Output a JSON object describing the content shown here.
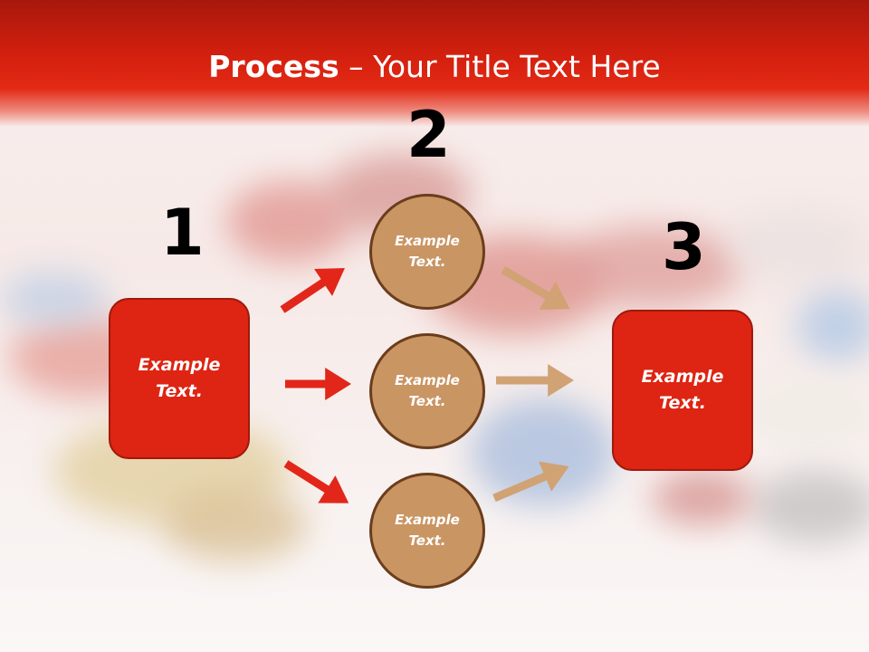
{
  "title": {
    "bold": "Process",
    "rest": " – Your Title Text Here"
  },
  "steps": {
    "one": "1",
    "two": "2",
    "three": "3"
  },
  "left_box": {
    "text": "Example Text."
  },
  "right_box": {
    "text": "Example Text."
  },
  "circles": [
    {
      "text": "Example Text."
    },
    {
      "text": "Example Text."
    },
    {
      "text": "Example Text."
    }
  ],
  "colors": {
    "header_red": "#d4200f",
    "box_red": "#de2412",
    "circle_tan": "#c99563",
    "arrow_red": "#e2261a",
    "arrow_tan": "#d1a274"
  }
}
